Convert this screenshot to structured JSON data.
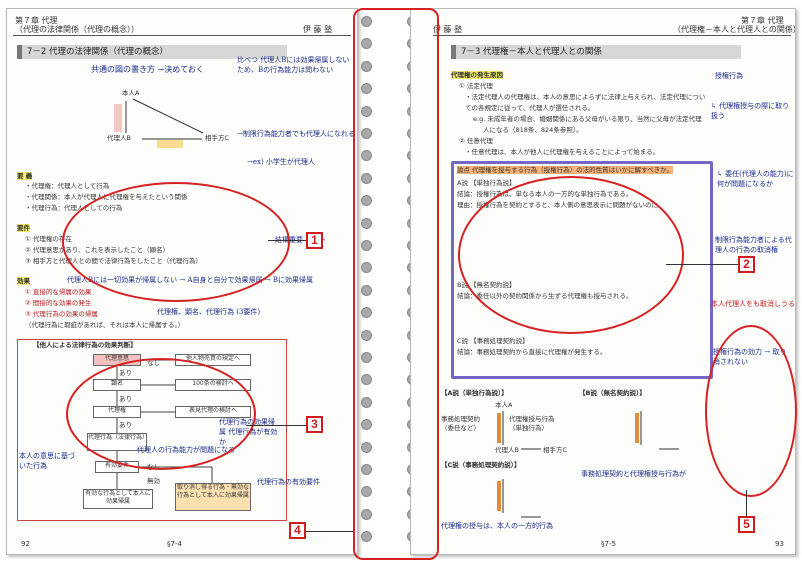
{
  "left_page": {
    "header_left": "第７章 代理",
    "header_sub": "（代理の法律関係（代理の概念））",
    "header_right": "伊 藤 塾",
    "section_title": "7－2 代理の法律関係（代理の概念）",
    "diagram": {
      "principal": "本人A",
      "agent": "代理人B",
      "counterparty": "相手方C"
    },
    "item1_title": "要 義",
    "item1_lines": [
      "・代理権：代理人として行為",
      "・代理関係：本人が代理人に代理権を与えたという関係",
      "・代理行為：代理人としての行為"
    ],
    "item2_title": "要件",
    "item2_lines": [
      "① 代理権の存在",
      "② 代理意思があり、これを表示したこと（顕名）",
      "③ 相手方と代理人との間で法律行為をしたこと（代理行為）"
    ],
    "item3_title": "効果",
    "item3_lines": [
      "① 直接的な帰属の効果",
      "② 間接的な効果の発生",
      "③ 代理行為の効果の帰属",
      "（代理行為に瑕疵があれば、それは本人に帰属する。）"
    ],
    "flow_title": "【他人による法律行為の効果判断】",
    "flow_boxes": [
      "代理意思",
      "顕名",
      "代理権",
      "代理行為（法律行為）",
      "有効要件",
      "有効な行為として本人に効果帰属",
      "取り消し得る行為・無効な行為として本人に効果帰属"
    ],
    "flow_branches": [
      "なし",
      "他人物売買の規定へ",
      "100条の検討へ",
      "表見代理の検討へ",
      "なし",
      "無効"
    ],
    "flow_yes": [
      "あり",
      "あり",
      "あり"
    ],
    "page_number": "92",
    "footer": "§7-4"
  },
  "right_page": {
    "header_left": "伊 藤 塾",
    "header_right": "第７章 代理",
    "header_sub": "（代理権－本人と代理人との関係）",
    "section_title": "7－3 代理権－本人と代理人との関係",
    "item1_title": "代理権の発生原因",
    "item1_sub1": "① 法定代理",
    "item1_lines": [
      "・法定代理人の代理権は、本人の意思によらずに法律上与えられ、法定代理につい",
      "ての各規定に従って、代理人が選任される。",
      "e.g. 未成年者の場合、婚姻関係にある父母がいる限り、当然に父母が法定代理",
      "人になる（818条、824条参照）。"
    ],
    "item1_sub2": "② 任意代理",
    "item1_lines2": [
      "・任意代理は、本人が他人に代理権を与えることによって始まる。"
    ],
    "theory_title": "論点 代理権を授与する行為（授権行為）の法的性質はいかに解すべきか。",
    "theories": [
      "A説 【単独行為説】",
      "結論：授権行為は、単なる本人の一方的な単独行為である。",
      "理由：授権行為を契約とすると、本人側の意思表示に問題がないのに、",
      "B説 【無名契約説】",
      "結論：委任以外の契約関係から生ずる代理権も授与される。",
      "C説 【事務処理契約説】",
      "結論：事務処理契約から直接に代理権が発生する。"
    ],
    "bottom_a": "【A説（単独行為説）】",
    "bottom_b": "【B説（無名契約説）】",
    "bottom_c": "【C説（事務処理契約説）】",
    "bottom_labels": [
      "本人A",
      "代理人B",
      "相手方C",
      "事務処理契約（委任など）",
      "代理権授与行為（単独行為）"
    ],
    "page_number": "93",
    "footer": "§7-5"
  },
  "handwriting": {
    "left": [
      "共通の図の書き方 →決めておく",
      "比べつ 代理人Bには効果帰属しないため、Bの行為能力は問わない",
      "→制限行為能力者でも代理人になれる",
      "→ex) 小学生が代理人",
      "結構重要 テスト",
      "代理人Bには一切効果が帰属しない → A自身と自分で効果帰属 → Bに効果帰属",
      "代理権、顕名、代理行為 (3要件)",
      "代理行為の効果帰属 代理行為が有効か",
      "本人の意思に基づいた行為",
      "代理人の行為能力が問題になる",
      "代理行為の有効要件"
    ],
    "right": [
      "授権行為",
      "↳ 代理権授与の際に取り扱う",
      "↳ 委任(代理人の能力)に何が問題になるか",
      "制限行為能力者による代理人の行為の取消権",
      "本人代理人をも取消しうる",
      "授権行為の効力 → 取り消されない",
      "事務処理契約と代理権授与行為が",
      "代理権の授与は、本人の一方的行為"
    ]
  },
  "callouts": [
    "1",
    "2",
    "3",
    "4",
    "5"
  ]
}
